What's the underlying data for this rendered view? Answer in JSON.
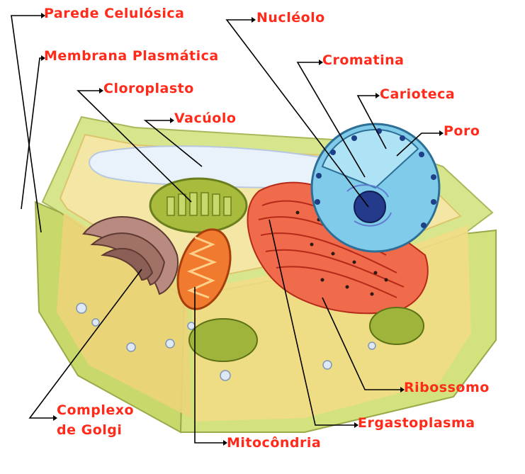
{
  "labels": {
    "parede": "Parede Celulósica",
    "membrana": "Membrana Plasmática",
    "cloroplasto": "Cloroplasto",
    "vacuolo": "Vacúolo",
    "nucleolo": "Nucléolo",
    "cromatina": "Cromatina",
    "carioteca": "Carioteca",
    "poro": "Poro",
    "golgi_line1": "Complexo",
    "golgi_line2": "de Golgi",
    "mitocondria": "Mitocôndria",
    "ribossomo": "Ribossomo",
    "ergastoplasma": "Ergastoplasma"
  },
  "colors": {
    "label": "#ff2a1a",
    "cell_wall": "#c9dc7a",
    "cytoplasm": "#f3e08c",
    "nucleus": "#8fd3ee",
    "er": "#e8412d",
    "golgi": "#9c6b5e",
    "chloroplast": "#b4c447",
    "mitochondria": "#e8641f"
  }
}
